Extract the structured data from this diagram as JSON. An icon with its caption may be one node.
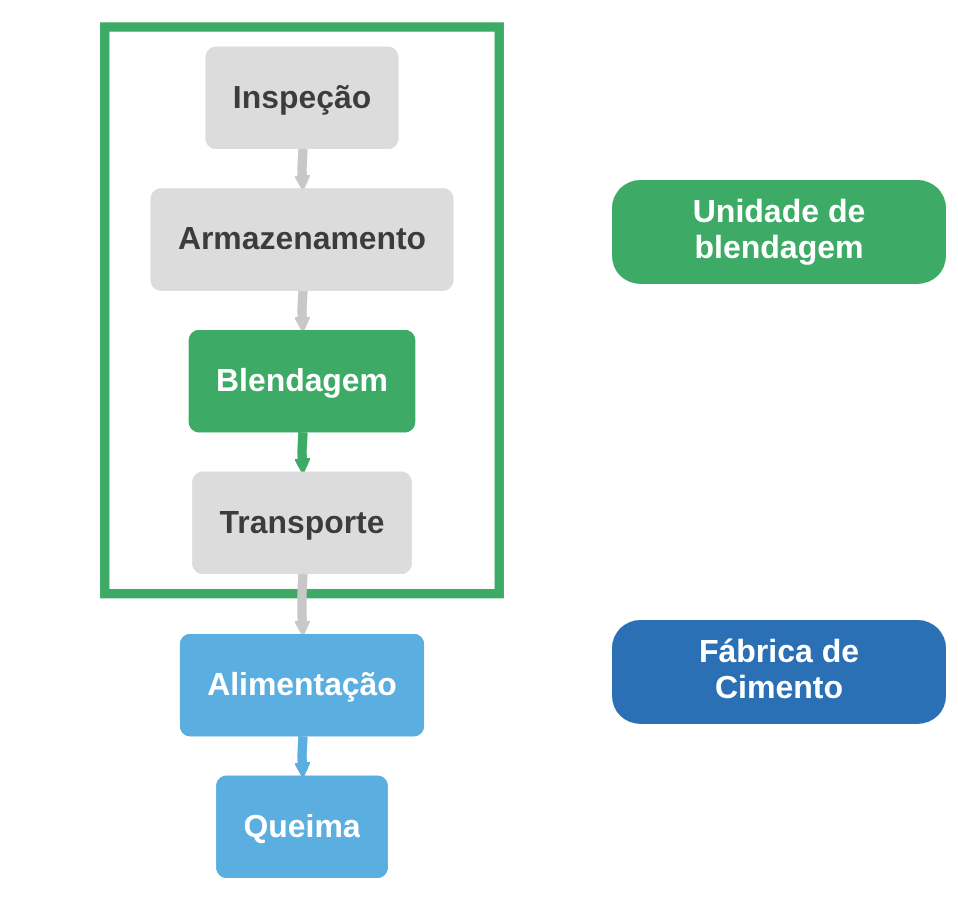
{
  "diagram": {
    "nodes": [
      {
        "text": [],
        "shape": "box"
      },
      {
        "text": [
          "Inspeção"
        ],
        "in": 0
      },
      {
        "text": [
          "Armazenamento"
        ],
        "in": 0
      },
      {
        "text": [
          "Blendagem"
        ],
        "in": 0
      },
      {
        "text": [
          "Transporte"
        ],
        "in": 0
      },
      {
        "text": [
          "Alimentação"
        ]
      },
      {
        "text": [
          "Queima"
        ]
      }
    ],
    "edges": [
      {
        "from": 1,
        "to": 2,
        "arrow": "to"
      },
      {
        "from": 2,
        "to": 3,
        "arrow": "to"
      },
      {
        "from": 3,
        "to": 4,
        "arrow": "to",
        "color": "#3dab65"
      },
      {
        "from": 4,
        "to": 5,
        "arrow": "to"
      },
      {
        "from": 5,
        "to": 6,
        "arrow": "to",
        "color": "#5aaee0"
      }
    ],
    "legend": [
      {
        "text": "Unidade de blendagem",
        "color": "#3dab65"
      },
      {
        "text": "Fábrica de Cimento",
        "color": "#2b6fb5"
      }
    ]
  }
}
